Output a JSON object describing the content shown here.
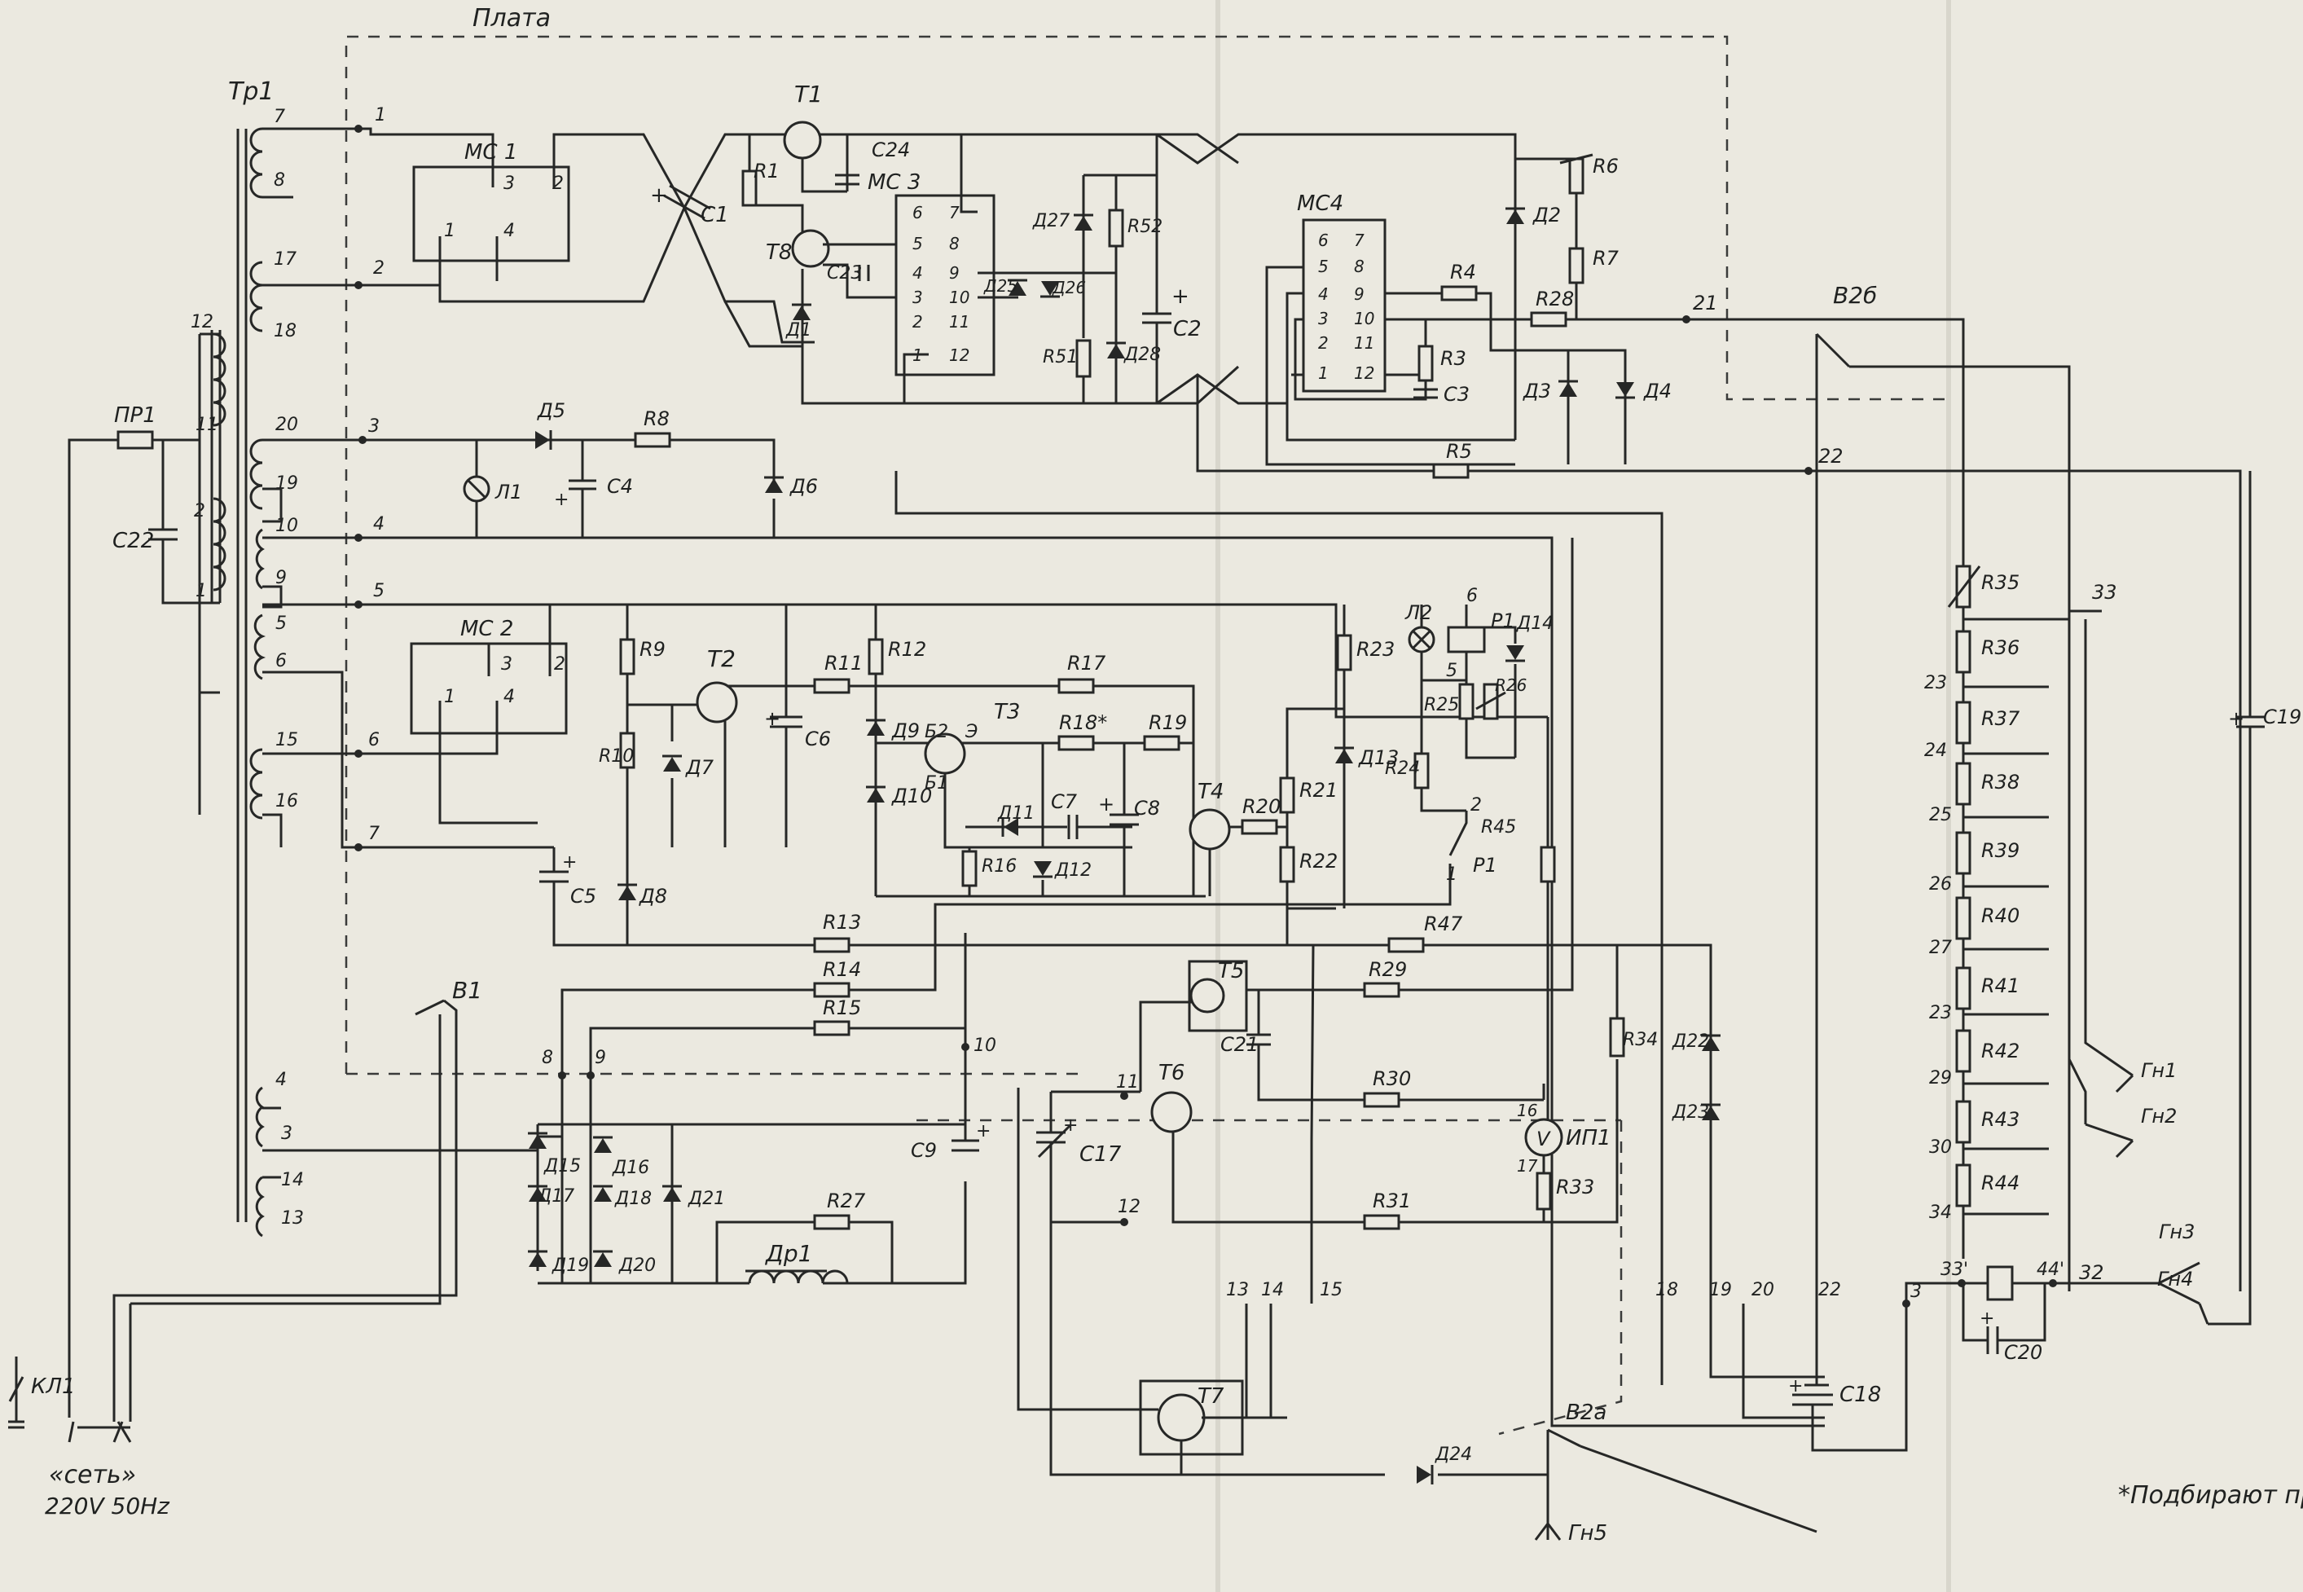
{
  "board_label": "Плата",
  "modules": {
    "ms1": {
      "name": "МС 1",
      "p1": "1",
      "p2": "2",
      "p3": "3",
      "p4": "4"
    },
    "ms2": {
      "name": "МС 2",
      "p1": "1",
      "p2": "2",
      "p3": "3",
      "p4": "4"
    },
    "ms3": {
      "name": "МС 3",
      "left": [
        "6",
        "5",
        "4",
        "3",
        "2",
        "1"
      ],
      "right": [
        "7",
        "8",
        "9",
        "10",
        "11",
        "12"
      ]
    },
    "ms4": {
      "name": "МС4",
      "left": [
        "6",
        "5",
        "4",
        "3",
        "2",
        "1"
      ],
      "right": [
        "7",
        "8",
        "9",
        "10",
        "11",
        "12"
      ]
    }
  },
  "transformer": {
    "name": "Тр1",
    "pins": {
      "t7": "7",
      "t8": "8",
      "t17": "17",
      "t18": "18",
      "t12": "12",
      "t11": "11",
      "t2": "2",
      "t1": "1",
      "t20": "20",
      "t19": "19",
      "t10": "10",
      "t9": "9",
      "t5": "5",
      "t6": "6",
      "t15": "15",
      "t16": "16",
      "t4": "4",
      "t3": "3",
      "t14": "14",
      "t13": "13"
    }
  },
  "mains": {
    "fuse": "ПР1",
    "cap": "С22",
    "switch": "В1",
    "button": "КЛ1",
    "label": "«сеть»",
    "rating": "220V 50Hz"
  },
  "transistors": {
    "t1": "Т1",
    "t2": "Т2",
    "t3": "Т3",
    "t4": "Т4",
    "t5": "Т5",
    "t6": "Т6",
    "t7": "Т7",
    "t8": "Т8"
  },
  "t3_terminals": {
    "b2": "Б2",
    "e": "Э",
    "b1": "Б1"
  },
  "resistors": {
    "r1": "R1",
    "r3": "R3",
    "r4": "R4",
    "r5": "R5",
    "r6": "R6",
    "r7": "R7",
    "r8": "R8",
    "r9": "R9",
    "r10": "R10",
    "r11": "R11",
    "r12": "R12",
    "r13": "R13",
    "r14": "R14",
    "r15": "R15",
    "r16": "R16",
    "r17": "R17",
    "r18": "R18*",
    "r19": "R19",
    "r20": "R20",
    "r21": "R21",
    "r22": "R22",
    "r23": "R23",
    "r24": "R24",
    "r25": "R25",
    "r26": "R26",
    "r27": "R27",
    "r28": "R28",
    "r29": "R29",
    "r30": "R30",
    "r31": "R31",
    "r33": "R33",
    "r34": "R34",
    "r35": "R35",
    "r36": "R36",
    "r37": "R37",
    "r38": "R38",
    "r39": "R39",
    "r40": "R40",
    "r41": "R41",
    "r42": "R42",
    "r43": "R43",
    "r44": "R44",
    "r45": "R45",
    "r47": "R47",
    "r51": "R51",
    "r52": "R52"
  },
  "capacitors": {
    "c1": "С1",
    "c2": "С2",
    "c3": "С3",
    "c4": "С4",
    "c5": "С5",
    "c6": "С6",
    "c7": "С7",
    "c8": "С8",
    "c9": "С9",
    "c17": "С17",
    "c18": "С18",
    "c19": "С19",
    "c20": "С20",
    "c21": "С21",
    "c23": "С23",
    "c24": "С24"
  },
  "diodes": {
    "d1": "Д1",
    "d2": "Д2",
    "d3": "Д3",
    "d4": "Д4",
    "d5": "Д5",
    "d6": "Д6",
    "d7": "Д7",
    "d8": "Д8",
    "d9": "Д9",
    "d10": "Д10",
    "d11": "Д11",
    "d12": "Д12",
    "d13": "Д13",
    "d14": "Д14",
    "d15": "Д15",
    "d16": "Д16",
    "d17": "Д17",
    "d18": "Д18",
    "d19": "Д19",
    "d20": "Д20",
    "d21": "Д21",
    "d22": "Д22",
    "d23": "Д23",
    "d24": "Д24",
    "d25": "Д25",
    "d26": "Д26",
    "d27": "Д27",
    "d28": "Д28"
  },
  "others": {
    "lamp1": "Л1",
    "lamp2": "Л2",
    "relay_coil": "Р1",
    "relay_contact": "Р1",
    "meter": "ИП1",
    "meter_symbol": "V",
    "choke": "Др1",
    "switch_a": "В2а",
    "switch_b": "В2б"
  },
  "jacks": {
    "gn1": "Гн1",
    "gn2": "Гн2",
    "gn3": "Гн3",
    "gn4": "Гн4",
    "gn5": "Гн5"
  },
  "nodes": {
    "n1": "1",
    "n2": "2",
    "n3": "3",
    "n4": "4",
    "n5": "5",
    "n6": "6",
    "n7": "7",
    "n8": "8",
    "n9": "9",
    "n10": "10",
    "n11": "11",
    "n12": "12",
    "n13": "13",
    "n14": "14",
    "n15": "15",
    "n16": "16",
    "n17": "17",
    "n18": "18",
    "n19": "19",
    "n20": "20",
    "n21": "21",
    "n22": "22",
    "n22b": "22",
    "n3b": "3",
    "relay_5": "5",
    "relay_6": "6",
    "relay_2": "2",
    "relay_1": "1",
    "n23": "23",
    "n24": "24",
    "n25": "25",
    "n26": "26",
    "n27": "27",
    "n28": "23",
    "n29": "29",
    "n30": "30",
    "n34": "34",
    "n33p": "33'",
    "n44p": "44'",
    "n32": "32",
    "n33": "33"
  },
  "footnote": "*Подбирают при"
}
